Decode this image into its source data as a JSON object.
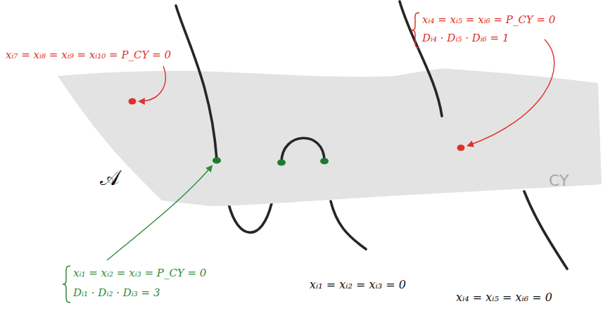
{
  "diagram": {
    "labels": [
      "xᵢ₇ = xᵢ₈ = xᵢ₉ = xᵢ₁₀ = P_CY = 0",
      "xᵢ₄ = xᵢ₅ = xᵢ₆ = P_CY = 0",
      "Dᵢ₄ · Dᵢ₅ · Dᵢ₆ = 1",
      "𝒜",
      "CY",
      "xᵢ₁ = xᵢ₂ = xᵢ₃ = P_CY = 0",
      "Dᵢ₁ · Dᵢ₂ · Dᵢ₃ = 3",
      "xᵢ₁ = xᵢ₂ = xᵢ₃ = 0",
      "xᵢ₄ = xᵢ₅ = xᵢ₆ = 0"
    ]
  }
}
